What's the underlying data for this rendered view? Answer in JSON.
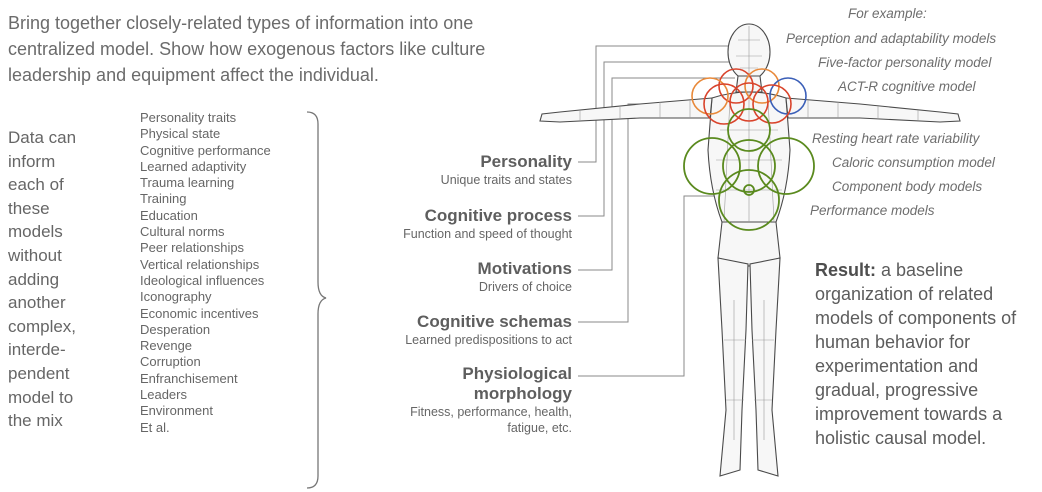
{
  "intro": "Bring together closely-related types of information into one centralized model. Show how exogenous factors like culture leadership and equipment affect the individual.",
  "left_text": [
    "Data can",
    "inform",
    "each of",
    "these",
    "models",
    "without",
    "adding",
    "another",
    "complex,",
    "interde-",
    "pendent",
    "model to",
    "the mix"
  ],
  "factors": [
    "Personality traits",
    "Physical state",
    "Cognitive performance",
    "Learned adaptivity",
    "Trauma learning",
    "Training",
    "Education",
    "Cultural norms",
    "Peer relationships",
    "Vertical relationships",
    "Ideological influences",
    "Iconography",
    "Economic incentives",
    "Desperation",
    "Revenge",
    "Corruption",
    "Enfranchisement",
    "Leaders",
    "Environment",
    "Et al."
  ],
  "categories": [
    {
      "title": "Personality",
      "desc": "Unique traits and states"
    },
    {
      "title": "Cognitive process",
      "desc": "Function and speed of thought"
    },
    {
      "title": "Motivations",
      "desc": "Drivers of choice"
    },
    {
      "title": "Cognitive schemas",
      "desc": "Learned predispositions to act"
    },
    {
      "title": "Physiological",
      "title2": "morphology",
      "desc": "Fitness, performance, health,",
      "desc2": "fatigue, etc."
    }
  ],
  "examples": {
    "header": "For example:",
    "cognitive": [
      "Perception and adaptability models",
      "Five-factor personality model",
      "ACT-R cognitive model"
    ],
    "physical": [
      "Resting heart rate variability",
      "Caloric consumption model",
      "Component body models",
      "Performance models"
    ]
  },
  "result": {
    "bold": "Result:",
    "text": " a baseline organization of related models of components of human behavior for experimentation and gradual, progressive improvement towards a holistic causal model."
  },
  "colors": {
    "green": "#5a8a1e",
    "red": "#d9432b",
    "orange": "#e8893a",
    "blue": "#3b5fb8",
    "text": "#666666"
  }
}
